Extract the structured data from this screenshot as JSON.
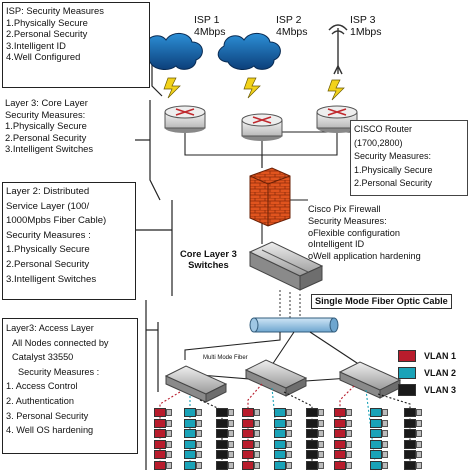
{
  "isp_box": {
    "lines": [
      "ISP: Security Measures",
      "1.Physically Secure",
      "2.Personal Security",
      "3.Intelligent ID",
      "4.Well Configured"
    ]
  },
  "core_box": {
    "lines": [
      "Layer 3: Core Layer",
      "Security Measures:",
      "1.Physically Secure",
      "2.Personal Security",
      "3.Intelligent Switches"
    ]
  },
  "dist_box": {
    "lines": [
      "Layer 2: Distributed",
      "Service Layer (100/",
      "1000Mpbs Fiber Cable)",
      "Security Measures :",
      "1.Physically Secure",
      "2.Personal Security",
      "3.Intelligent Switches"
    ]
  },
  "access_box": {
    "lines": [
      "Layer3: Access Layer",
      "All Nodes connected by",
      "Catalyst  33550",
      "Security Measures :",
      "1. Access Control",
      "2. Authentication",
      "3. Personal Security",
      "4. Well OS hardening"
    ]
  },
  "isps": [
    {
      "name": "ISP 1",
      "speed": "4Mbps"
    },
    {
      "name": "ISP 2",
      "speed": "4Mbps"
    },
    {
      "name": "ISP 3",
      "speed": "1Mbps"
    }
  ],
  "router_note": {
    "lines": [
      "CISCO Router",
      "(1700,2800)",
      "Security Measures:",
      "1.Physically Secure",
      "2.Personal Security"
    ]
  },
  "firewall_note": {
    "lines": [
      "Cisco Pix Firewall",
      "Security Measures:",
      "oFlexible configuration",
      "oIntelligent ID",
      "oWell application hardening"
    ]
  },
  "core_switch_label": {
    "lines": [
      "Core Layer 3",
      "Switches"
    ]
  },
  "fiber_label": "Single Mode Fiber Optic Cable",
  "multimode_label": "Multi Mode Fiber",
  "legend": [
    {
      "label": "VLAN 1",
      "color": "#b81c2c"
    },
    {
      "label": "VLAN 2",
      "color": "#1aa3b8"
    },
    {
      "label": "VLAN 3",
      "color": "#1a1a1a"
    }
  ]
}
